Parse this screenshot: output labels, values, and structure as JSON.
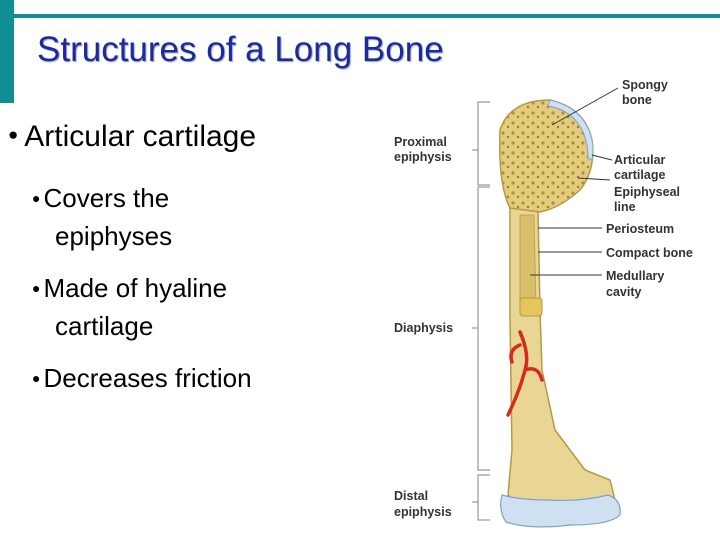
{
  "slide": {
    "title": "Structures of a Long Bone",
    "bullets": [
      {
        "text": "Articular cartilage"
      },
      {
        "line1": "Covers the",
        "line2": "epiphyses"
      },
      {
        "line1": "Made of hyaline",
        "line2": "cartilage"
      },
      {
        "text": "Decreases friction"
      }
    ]
  },
  "diagram": {
    "left_labels": [
      {
        "line1": "Proximal",
        "line2": "epiphysis"
      },
      {
        "line1": "Diaphysis"
      },
      {
        "line1": "Distal",
        "line2": "epiphysis"
      }
    ],
    "right_labels": [
      {
        "line1": "Spongy",
        "line2": "bone"
      },
      {
        "line1": "Articular",
        "line2": "cartilage"
      },
      {
        "line1": "Epiphyseal",
        "line2": "line"
      },
      {
        "line1": "Periosteum"
      },
      {
        "line1": "Compact bone"
      },
      {
        "line1": "Medullary",
        "line2": "cavity"
      }
    ]
  },
  "colors": {
    "accent": "#0f8e94",
    "title": "#1b2a9e",
    "bone": "#e9d694",
    "cartilage": "#cfe0f2",
    "vessel": "#d42a1f"
  }
}
